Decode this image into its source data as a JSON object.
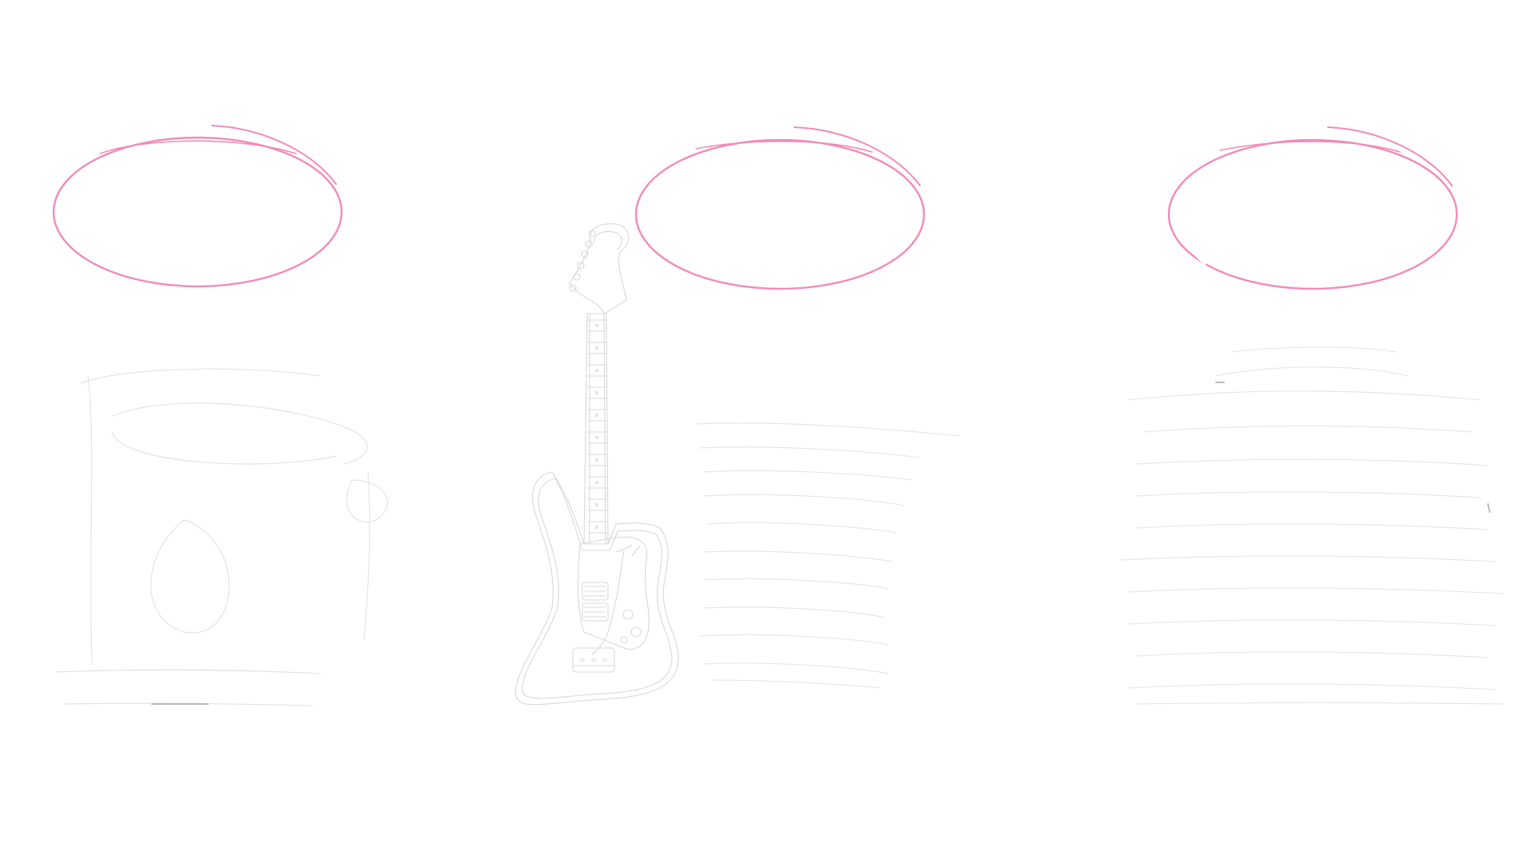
{
  "colors": {
    "background": "#ffffff",
    "ellipse_stroke": "#f28bb8",
    "sketch_stroke": "#e4e4e4",
    "guitar_stroke": "#d8d8d8"
  },
  "ellipses": [
    {
      "name": "left-ellipse-sketch"
    },
    {
      "name": "center-ellipse-sketch"
    },
    {
      "name": "right-ellipse-sketch"
    }
  ],
  "illustrations": [
    {
      "name": "left-drum-sketch-icon"
    },
    {
      "name": "electric-guitar-icon"
    },
    {
      "name": "amplifier-sketch-icon"
    },
    {
      "name": "right-keyboard-sketch-icon"
    }
  ]
}
